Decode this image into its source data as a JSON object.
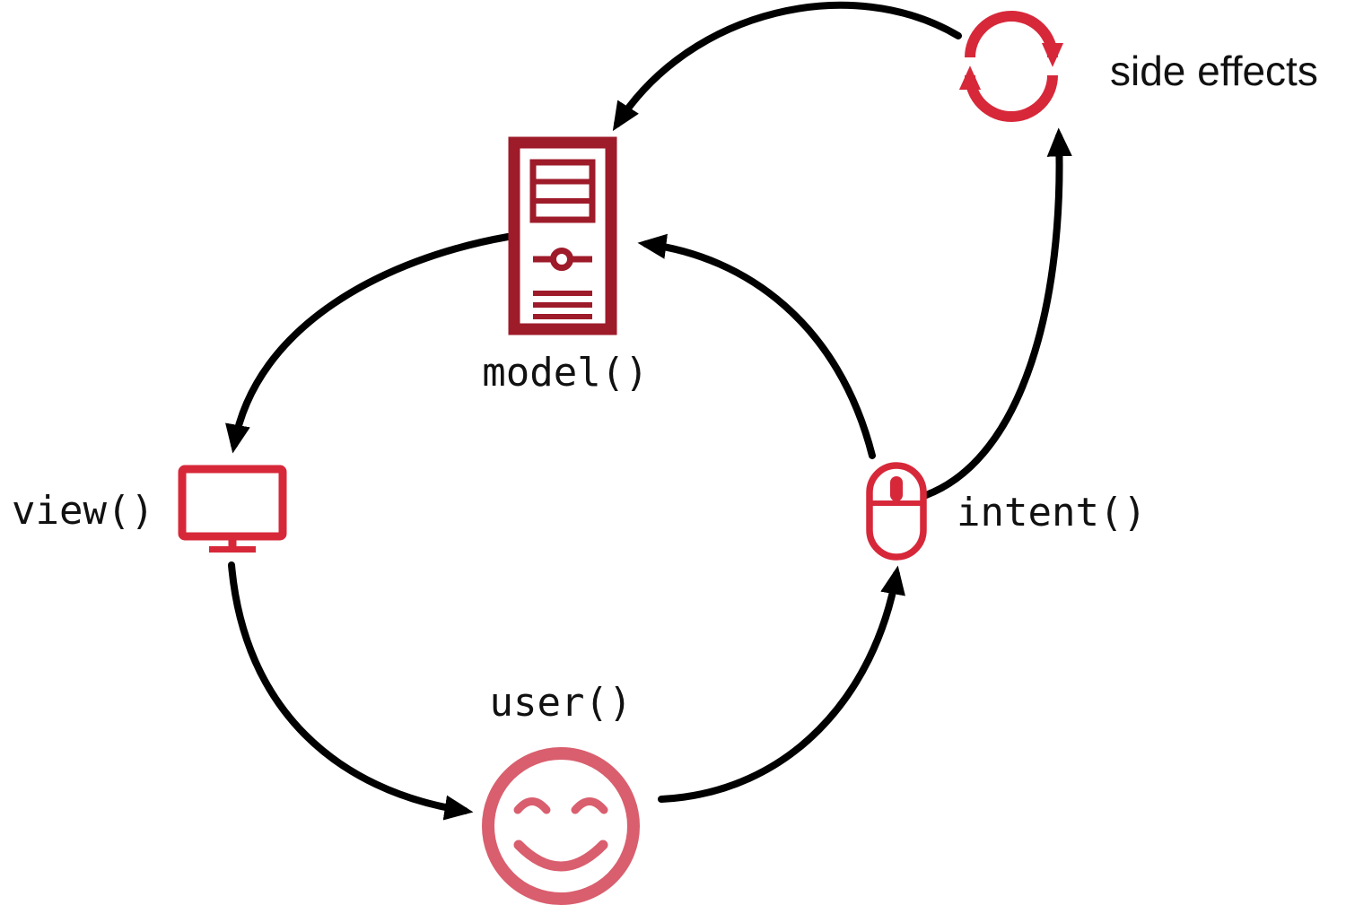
{
  "diagram": {
    "background": "#ffffff",
    "text_color": "#111111",
    "arrow_color": "#000000",
    "nodes": {
      "model": {
        "label": "model()",
        "icon": "server-tower-icon",
        "color": "#9e1b2a"
      },
      "view": {
        "label": "view()",
        "icon": "monitor-icon",
        "color": "#d7283a"
      },
      "user": {
        "label": "user()",
        "icon": "smiley-face-icon",
        "color": "#d95f6e"
      },
      "intent": {
        "label": "intent()",
        "icon": "mouse-icon",
        "color": "#d7283a"
      },
      "side_effects": {
        "label": "side effects",
        "icon": "sync-arrows-icon",
        "color": "#d7283a"
      }
    },
    "edges": [
      {
        "from": "side_effects",
        "to": "model"
      },
      {
        "from": "model",
        "to": "view"
      },
      {
        "from": "view",
        "to": "user"
      },
      {
        "from": "user",
        "to": "intent"
      },
      {
        "from": "intent",
        "to": "model"
      },
      {
        "from": "intent",
        "to": "side_effects"
      }
    ]
  }
}
